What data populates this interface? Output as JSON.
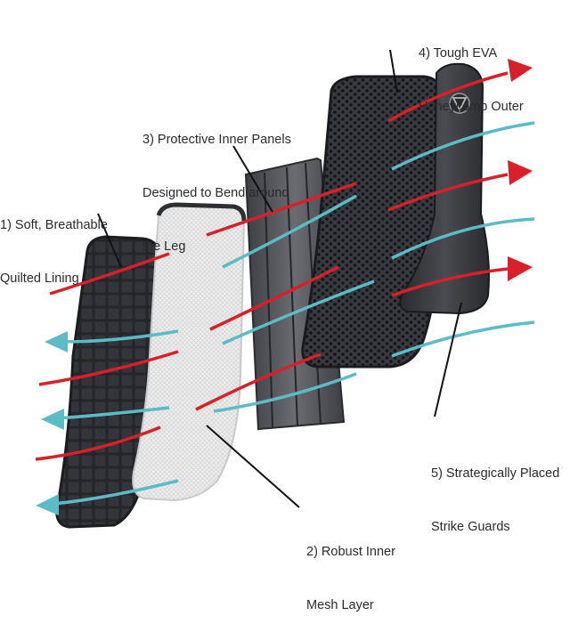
{
  "labels": {
    "lining": {
      "line1": "1) Soft, Breathable",
      "line2": "Quilted Lining"
    },
    "mesh": {
      "line1": "2) Robust Inner",
      "line2": "Mesh Layer"
    },
    "panels": {
      "line1": "3) Protective Inner Panels",
      "line2": "Designed to Bend around",
      "line3": "the Leg"
    },
    "outer": {
      "line1": "4) Tough EVA",
      "line2": "Honeycomb Outer"
    },
    "guards": {
      "line1": "5) Strategically Placed",
      "line2": "Strike Guards"
    }
  },
  "colors": {
    "airflow_in": "#d8202a",
    "airflow_out": "#5bbcc6",
    "layer_dark": "#2e2f33",
    "mesh_layer": "#f2f2f2",
    "panel": "#55575c",
    "leader": "#111111"
  },
  "icons": {
    "logo": "triangle-badge-icon"
  }
}
